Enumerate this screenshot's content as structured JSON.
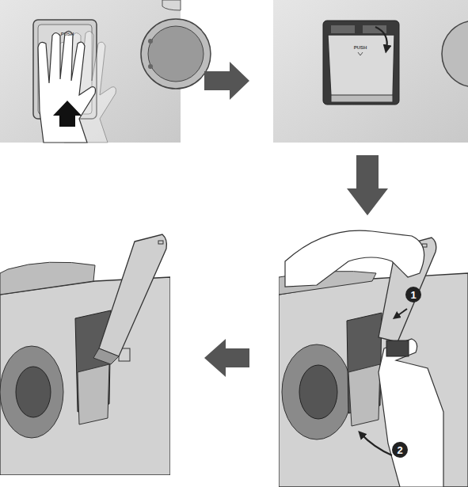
{
  "diagram": {
    "labels": [
      "PUSH",
      "PUSH",
      "1",
      "2"
    ]
  }
}
